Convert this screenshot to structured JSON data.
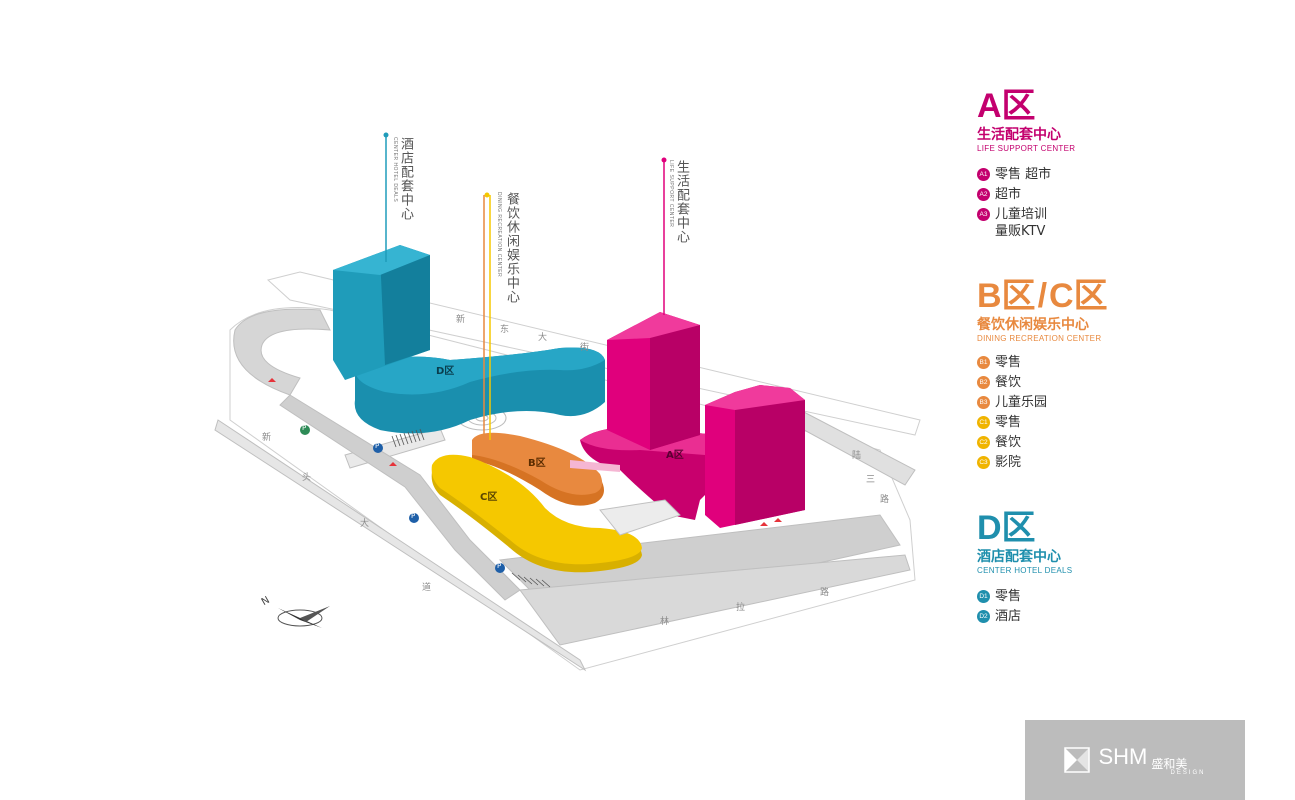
{
  "colors": {
    "zone_a": "#e0007c",
    "zone_b": "#e8893f",
    "zone_c": "#f5c800",
    "zone_d": "#1f9cba",
    "road": "#cfcfcf",
    "logo_bg": "#bcbcbc"
  },
  "map": {
    "zone_labels": {
      "a": "A区",
      "b": "B区",
      "c": "C区",
      "d": "D区"
    },
    "callouts": {
      "hotel": {
        "cn": "酒店配套中心",
        "en": "CENTER HOTEL DEALS"
      },
      "dining": {
        "cn": "餐饮休闲娱乐中心",
        "en": "DINING RECREATION CENTER"
      },
      "life": {
        "cn": "生活配套中心",
        "en": "LIFE SUPPORT CENTER"
      }
    },
    "roads": {
      "north_top": [
        "新",
        "东",
        "大",
        "街"
      ],
      "west": [
        "新",
        "头",
        "大",
        "道"
      ],
      "south": [
        "林",
        "拉",
        "路"
      ],
      "east": [
        "陆",
        "三",
        "路"
      ]
    },
    "parking_markers": [
      "P",
      "P",
      "P",
      "P"
    ],
    "compass_label": "N",
    "compass_icon": "compass-icon"
  },
  "legend": {
    "a": {
      "title": "A区",
      "name_cn": "生活配套中心",
      "name_en": "LIFE SUPPORT CENTER",
      "items": [
        {
          "code": "A1",
          "text": "零售 超市"
        },
        {
          "code": "A2",
          "text": "超市"
        },
        {
          "code": "A3",
          "text": "儿童培训\n量贩KTV"
        }
      ]
    },
    "bc": {
      "title_b": "B区",
      "slash": "/",
      "title_c": "C区",
      "name_cn": "餐饮休闲娱乐中心",
      "name_en": "DINING RECREATION CENTER",
      "items": [
        {
          "code": "B1",
          "text": "零售"
        },
        {
          "code": "B2",
          "text": "餐饮"
        },
        {
          "code": "B3",
          "text": "儿童乐园"
        },
        {
          "code": "C1",
          "text": "零售"
        },
        {
          "code": "C2",
          "text": "餐饮"
        },
        {
          "code": "C3",
          "text": "影院"
        }
      ]
    },
    "d": {
      "title": "D区",
      "name_cn": "酒店配套中心",
      "name_en": "CENTER HOTEL DEALS",
      "items": [
        {
          "code": "D1",
          "text": "零售"
        },
        {
          "code": "D2",
          "text": "酒店"
        }
      ]
    }
  },
  "logo": {
    "brand": "SHM",
    "brand_cn": "盛和美",
    "sub": "DESIGN",
    "mark_icon": "shm-logo-icon"
  }
}
